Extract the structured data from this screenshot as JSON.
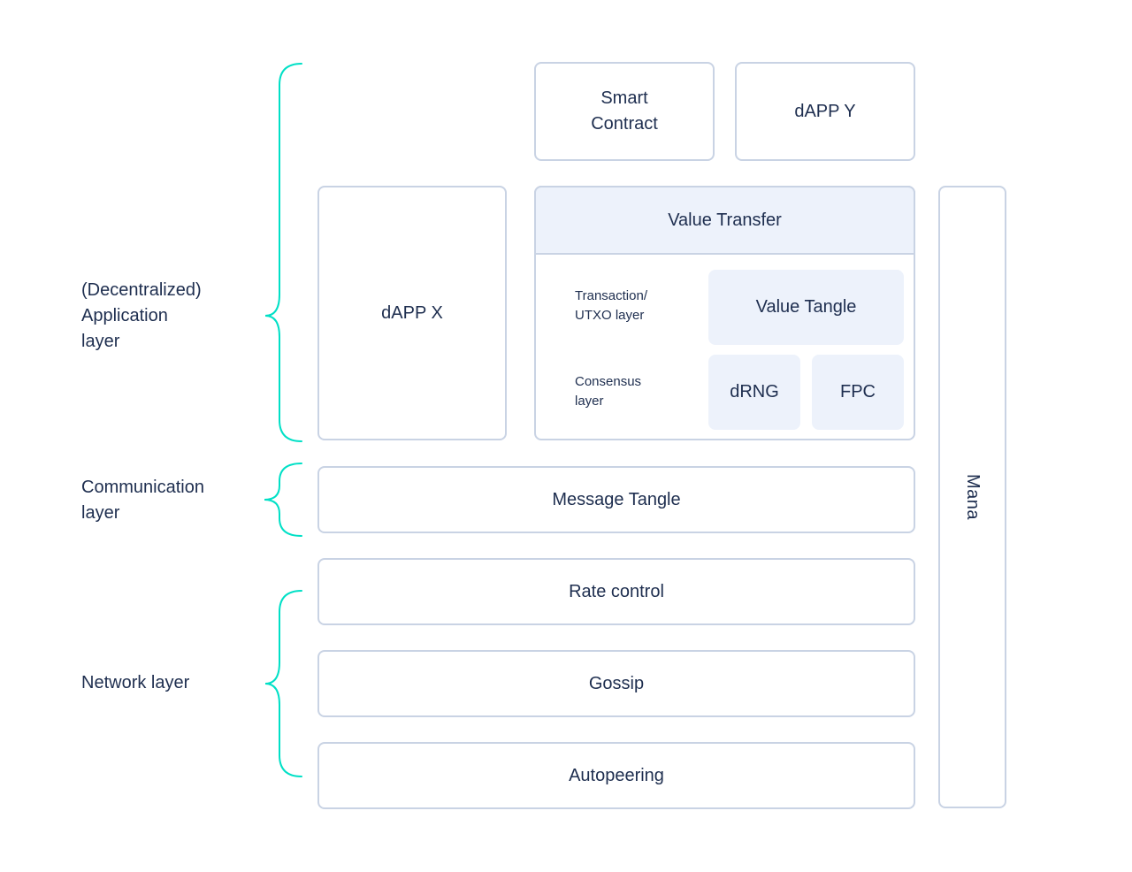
{
  "colors": {
    "accent_teal": "#00e0c6",
    "box_border": "#c9d3e4",
    "box_fill_light": "#edf2fb",
    "text_navy": "#1e2e4f"
  },
  "side_labels": {
    "application": "(Decentralized)\nApplication\nlayer",
    "communication": "Communication\nlayer",
    "network": "Network layer"
  },
  "application_layer": {
    "smart_contract": "Smart\nContract",
    "dapp_y": "dAPP Y",
    "dapp_x": "dAPP X",
    "value_transfer": {
      "title": "Value Transfer",
      "rows": [
        {
          "label": "Transaction/\nUTXO layer",
          "boxes": [
            "Value Tangle"
          ]
        },
        {
          "label": "Consensus\nlayer",
          "boxes": [
            "dRNG",
            "FPC"
          ]
        }
      ]
    }
  },
  "communication_layer": {
    "message_tangle": "Message Tangle"
  },
  "network_layer": {
    "rate_control": "Rate control",
    "gossip": "Gossip",
    "autopeering": "Autopeering"
  },
  "right_column": {
    "mana": "Mana"
  }
}
